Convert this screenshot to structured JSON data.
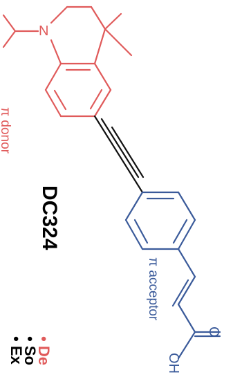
{
  "molecule_name": "DC324",
  "donor_label": "π donor",
  "acceptor_label": "π acceptor",
  "atoms": {
    "nitrogen": "N",
    "oxygen": "O",
    "hydroxyl": "OH"
  },
  "bullets": [
    "De",
    "So",
    "Ex"
  ],
  "colors": {
    "donor": "#e05a5a",
    "acceptor": "#3a5a9a",
    "black": "#000000"
  }
}
